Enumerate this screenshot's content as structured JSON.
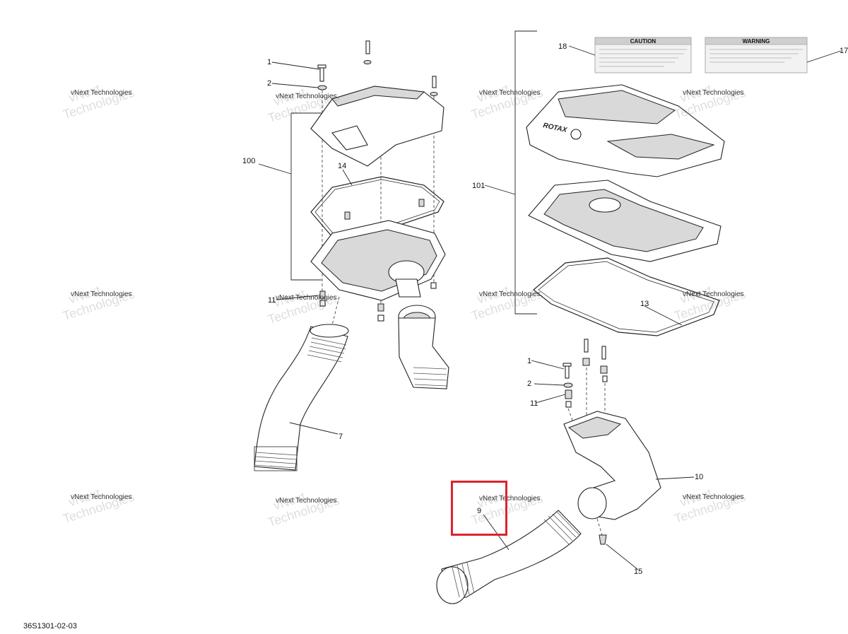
{
  "diagram_ref": "36S1301-02-03",
  "callouts": {
    "c1a": "1",
    "c2a": "2",
    "c100": "100",
    "c14": "14",
    "c11a": "11",
    "c7": "7",
    "c18": "18",
    "c17": "17",
    "c101": "101",
    "c13": "13",
    "c1b": "1",
    "c2b": "2",
    "c11b": "11",
    "c10": "10",
    "c9": "9",
    "c15": "15"
  },
  "labels": {
    "caution_title": "CAUTION",
    "warning_title": "WARNING",
    "brand": "ROTAX"
  },
  "watermark": {
    "line1": "vNext Technologies",
    "line2": "Technologies",
    "line3": "vNext"
  },
  "highlight": {
    "target_callout": "9",
    "color": "#d9262b"
  }
}
